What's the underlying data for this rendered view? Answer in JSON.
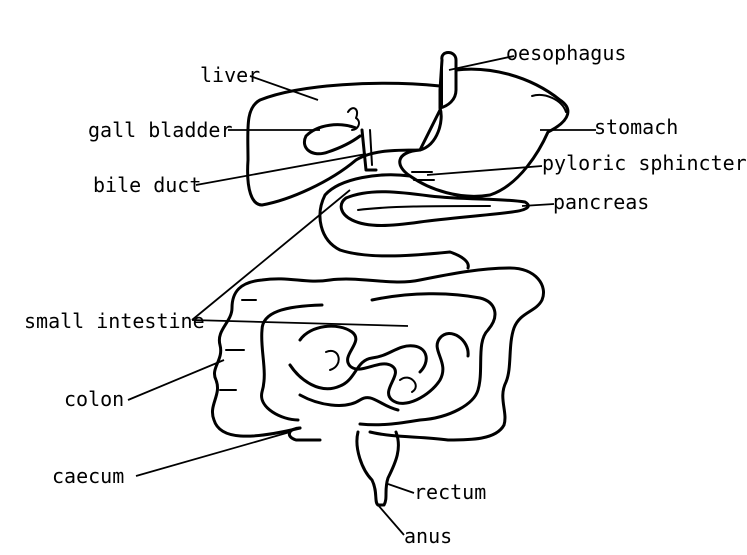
{
  "labels": {
    "oesophagus": "oesophagus",
    "liver": "liver",
    "gall_bladder": "gall bladder",
    "stomach": "stomach",
    "pyloric_sphincter": "pyloric sphincter",
    "bile_duct": "bile duct",
    "pancreas": "pancreas",
    "small_intestine": "small intestine",
    "colon": "colon",
    "caecum": "caecum",
    "rectum": "rectum",
    "anus": "anus"
  }
}
